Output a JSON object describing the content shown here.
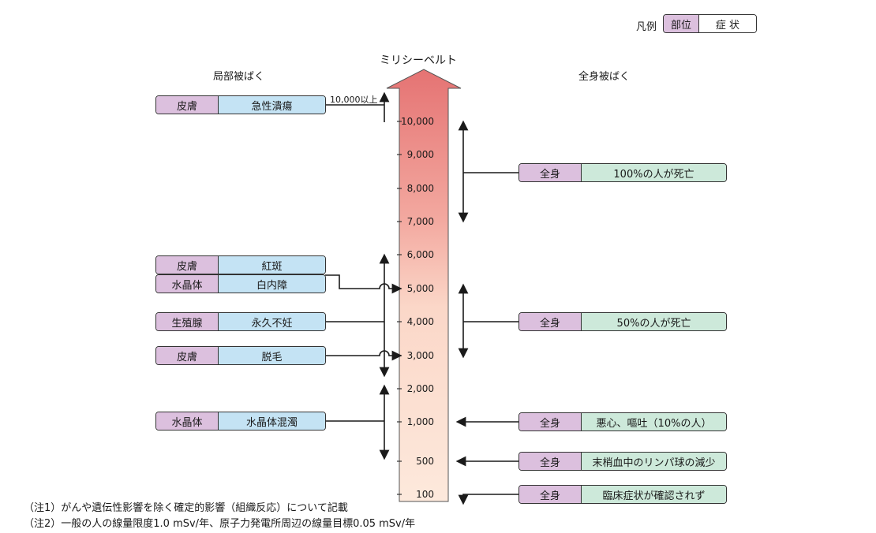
{
  "legend": {
    "title": "凡例",
    "part": "部位",
    "symptom": "症 状"
  },
  "axis_title": "ミリシーベルト",
  "left_header": "局部被ばく",
  "right_header": "全身被ばく",
  "top_marker": "10,000以上",
  "ticks": [
    "10,000",
    "9,000",
    "8,000",
    "7,000",
    "6,000",
    "5,000",
    "4,000",
    "3,000",
    "2,000",
    "1,000",
    "500",
    "100"
  ],
  "left_boxes": [
    {
      "part": "皮膚",
      "symptom": "急性潰瘍"
    },
    {
      "part": "皮膚",
      "symptom": "紅斑"
    },
    {
      "part": "水晶体",
      "symptom": "白内障"
    },
    {
      "part": "生殖腺",
      "symptom": "永久不妊"
    },
    {
      "part": "皮膚",
      "symptom": "脱毛"
    },
    {
      "part": "水晶体",
      "symptom": "水晶体混濁"
    }
  ],
  "right_boxes": [
    {
      "part": "全身",
      "symptom": "100%の人が死亡"
    },
    {
      "part": "全身",
      "symptom": "50%の人が死亡"
    },
    {
      "part": "全身",
      "symptom": "悪心、嘔吐（10%の人）"
    },
    {
      "part": "全身",
      "symptom": "末梢血中のリンパ球の減少"
    },
    {
      "part": "全身",
      "symptom": "臨床症状が確認されず"
    }
  ],
  "notes": [
    "（注1）がんや遺伝性影響を除く確定的影響（組織反応）について記載",
    "（注2）一般の人の線量限度1.0 mSv/年、原子力発電所周辺の線量目標0.05 mSv/年"
  ],
  "colors": {
    "arrow_top": "#e57373",
    "arrow_bottom": "#fde9dc",
    "part_fill": "#dcc0de",
    "left_symptom_fill": "#c4e3f4",
    "right_symptom_fill": "#cde9da"
  }
}
